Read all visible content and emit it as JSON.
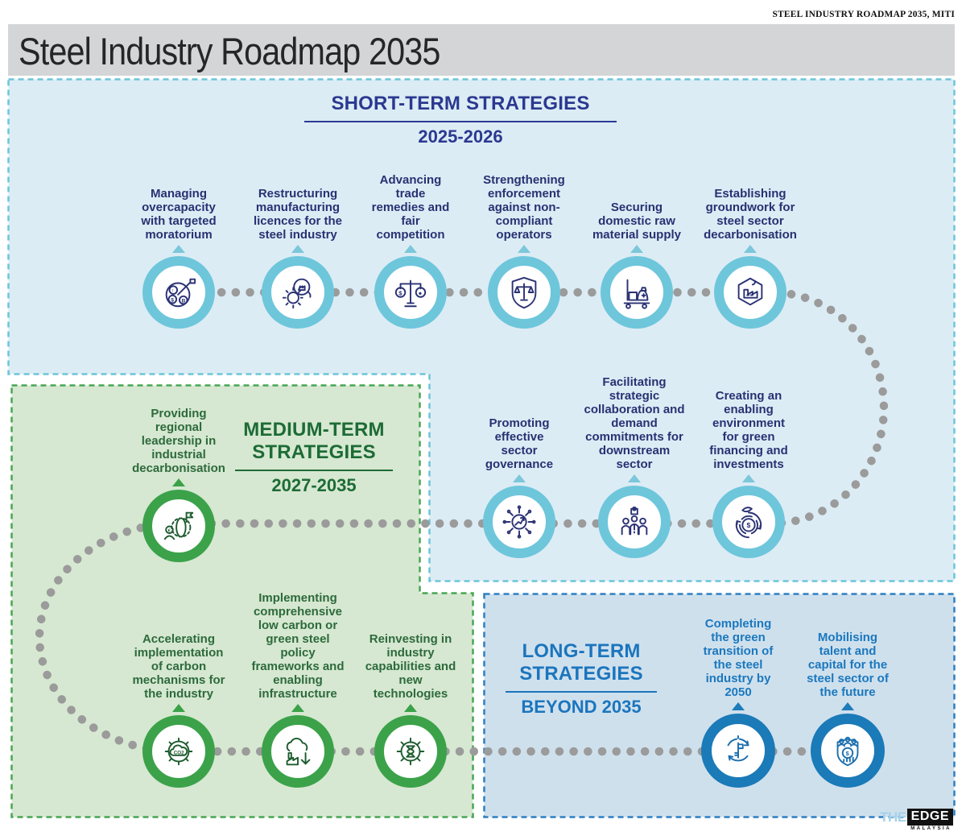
{
  "credit": "STEEL INDUSTRY ROADMAP 2035, MITI",
  "page_title": "Steel Industry Roadmap 2035",
  "colors": {
    "short_term_accent": "#2b3990",
    "short_term_ring": "#6ec6db",
    "medium_term_accent": "#1d6b35",
    "medium_term_ring": "#3ba24a",
    "long_term_accent": "#1b75bd",
    "long_term_ring": "#1b7ab8",
    "connector_dots": "#9b9b9b",
    "short_panel_fill": "#dcecf5",
    "medium_panel_fill": "#d6e8d1",
    "long_panel_fill": "#cfe0ed"
  },
  "sections": {
    "short_term": {
      "title": "SHORT-TERM STRATEGIES",
      "period": "2025-2026",
      "items": [
        {
          "label": "Managing overcapacity with targeted moratorium",
          "icon": "pie-chart-money-icon"
        },
        {
          "label": "Restructuring manufacturing licences for the steel industry",
          "icon": "gear-magnifier-icon"
        },
        {
          "label": "Advancing trade remedies and fair competition",
          "icon": "balance-scale-money-icon"
        },
        {
          "label": "Strengthening enforcement against non-compliant operators",
          "icon": "shield-justice-icon"
        },
        {
          "label": "Securing domestic raw material supply",
          "icon": "trolley-materials-icon"
        },
        {
          "label": "Establishing groundwork for steel sector decarbonisation",
          "icon": "hexagon-factory-icon"
        },
        {
          "label": "Promoting effective sector governance",
          "icon": "gear-circuit-chart-icon"
        },
        {
          "label": "Facilitating strategic collaboration and demand commitments for downstream sector",
          "icon": "people-puzzle-icon"
        },
        {
          "label": "Creating an enabling environment for green financing and investments",
          "icon": "green-financing-icon"
        }
      ]
    },
    "medium_term": {
      "title": "MEDIUM-TERM STRATEGIES",
      "period": "2027-2035",
      "items": [
        {
          "label": "Providing regional leadership in industrial decarbonisation",
          "icon": "globe-flag-icon"
        },
        {
          "label": "Accelerating implementation of carbon mechanisms for the industry",
          "icon": "co2-gear-icon"
        },
        {
          "label": "Implementing comprehensive low carbon or green steel policy frameworks and enabling infrastructure",
          "icon": "factory-emission-down-icon"
        },
        {
          "label": "Reinvesting in industry capabilities and new technologies",
          "icon": "gear-hourglass-icon"
        }
      ]
    },
    "long_term": {
      "title": "LONG-TERM STRATEGIES",
      "period": "BEYOND 2035",
      "items": [
        {
          "label": "Completing the green transition of the steel industry by 2050",
          "icon": "cycle-flag-icon"
        },
        {
          "label": "Mobilising talent and capital for the steel sector of the future",
          "icon": "talent-capital-shield-icon"
        }
      ]
    }
  },
  "logo": {
    "the": "THE",
    "edge": "EDGE",
    "country": "MALAYSIA"
  }
}
